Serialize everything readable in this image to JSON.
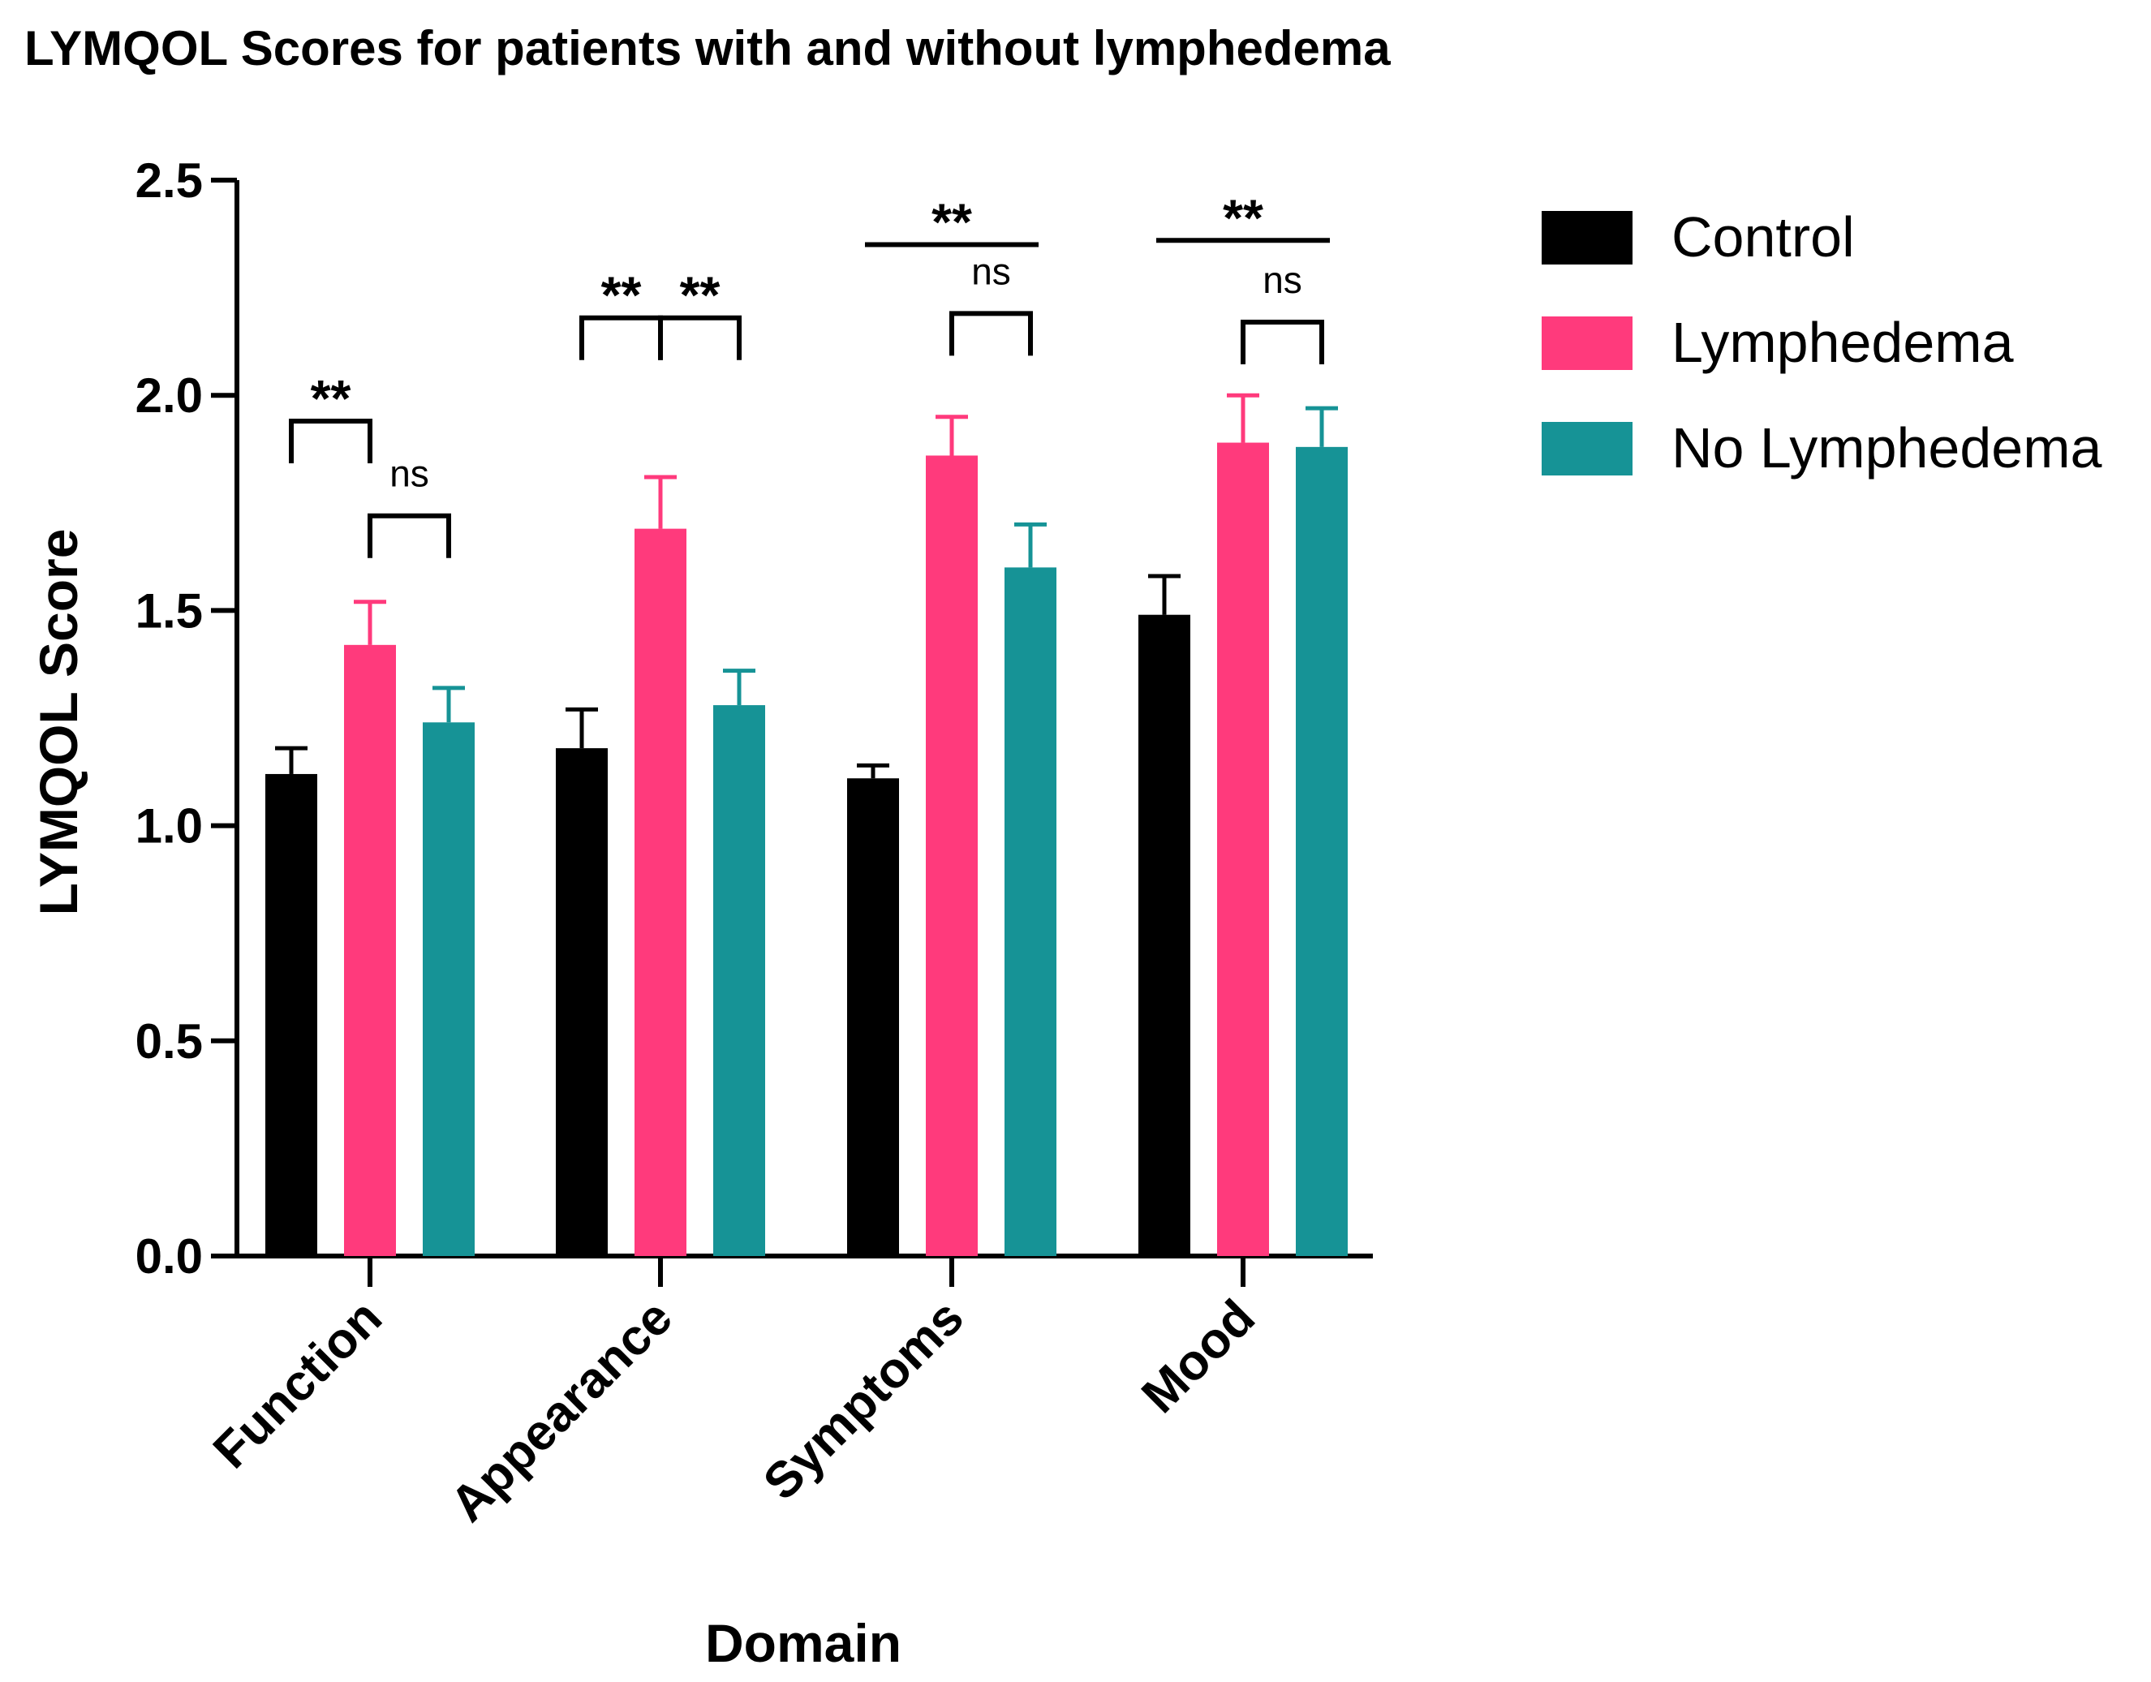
{
  "chart_data": {
    "type": "bar",
    "title": "LYMQOL Scores for patients with and without lymphedema",
    "xlabel": "Domain",
    "ylabel": "LYMQOL Score",
    "ylim": [
      0,
      2.5
    ],
    "yticks": [
      "0.0",
      "0.5",
      "1.0",
      "1.5",
      "2.0",
      "2.5"
    ],
    "categories": [
      "Function",
      "Appearance",
      "Symptoms",
      "Mood"
    ],
    "grid": false,
    "legend_position": "top-right",
    "series": [
      {
        "name": "Control",
        "color": "#000000",
        "values": [
          1.12,
          1.18,
          1.11,
          1.49
        ],
        "errors": [
          0.06,
          0.09,
          0.03,
          0.09
        ]
      },
      {
        "name": "Lymphedema",
        "color": "#ff3a7c",
        "values": [
          1.42,
          1.69,
          1.86,
          1.89
        ],
        "errors": [
          0.1,
          0.12,
          0.09,
          0.11
        ]
      },
      {
        "name": "No Lymphedema",
        "color": "#169396",
        "values": [
          1.24,
          1.28,
          1.6,
          1.88
        ],
        "errors": [
          0.08,
          0.08,
          0.1,
          0.09
        ]
      }
    ],
    "annotations": [
      {
        "category": 0,
        "from": 0,
        "to": 1,
        "label": "**",
        "style": "bracket",
        "level": 1.94
      },
      {
        "category": 0,
        "from": 1,
        "to": 2,
        "label": "ns",
        "style": "bracket",
        "level": 1.72
      },
      {
        "category": 1,
        "from": 0,
        "to": 1,
        "label": "**",
        "style": "bracket",
        "level": 2.18
      },
      {
        "category": 1,
        "from": 1,
        "to": 2,
        "label": "**",
        "style": "bracket",
        "level": 2.18
      },
      {
        "category": 2,
        "from": 0,
        "to": 2,
        "label": "**",
        "style": "line",
        "level": 2.35
      },
      {
        "category": 2,
        "from": 1,
        "to": 2,
        "label": "ns",
        "style": "bracket",
        "level": 2.19
      },
      {
        "category": 3,
        "from": 0,
        "to": 2,
        "label": "**",
        "style": "line",
        "level": 2.36
      },
      {
        "category": 3,
        "from": 1,
        "to": 2,
        "label": "ns",
        "style": "bracket",
        "level": 2.17
      }
    ]
  }
}
